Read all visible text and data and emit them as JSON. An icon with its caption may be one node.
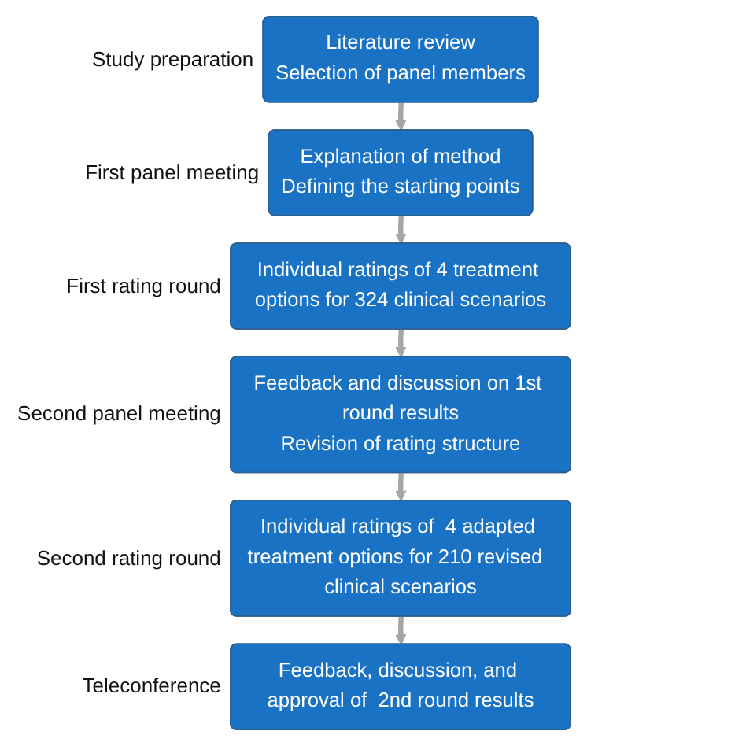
{
  "diagram": {
    "nodes": [
      {
        "text": [
          "Literature review",
          "Selection of panel members"
        ],
        "beside": [
          "Study preparation"
        ]
      },
      {
        "text": [
          "Explanation of method",
          "Defining the starting points"
        ],
        "beside": [
          "First panel meeting"
        ]
      },
      {
        "text": [
          "Individual ratings of 4 treatment options for 324 clinical scenarios"
        ],
        "beside": [
          "First rating round"
        ]
      },
      {
        "text": [
          "Feedback and discussion on 1st round results",
          "Revision of rating structure"
        ],
        "beside": [
          "Second panel meeting"
        ]
      },
      {
        "text": [
          "Individual ratings of  4 adapted treatment options for 210 revised  clinical scenarios"
        ],
        "beside": [
          "Second rating round"
        ]
      },
      {
        "text": [
          "Feedback, discussion, and approval of  2nd round results"
        ],
        "beside": [
          "Teleconference"
        ]
      }
    ],
    "edges": [
      {
        "from": 0,
        "to": 1,
        "arrow": "to"
      },
      {
        "from": 1,
        "to": 2,
        "arrow": "to"
      },
      {
        "from": 2,
        "to": 3,
        "arrow": "to"
      },
      {
        "from": 3,
        "to": 4,
        "arrow": "to"
      },
      {
        "from": 4,
        "to": 5,
        "arrow": "to"
      }
    ]
  }
}
